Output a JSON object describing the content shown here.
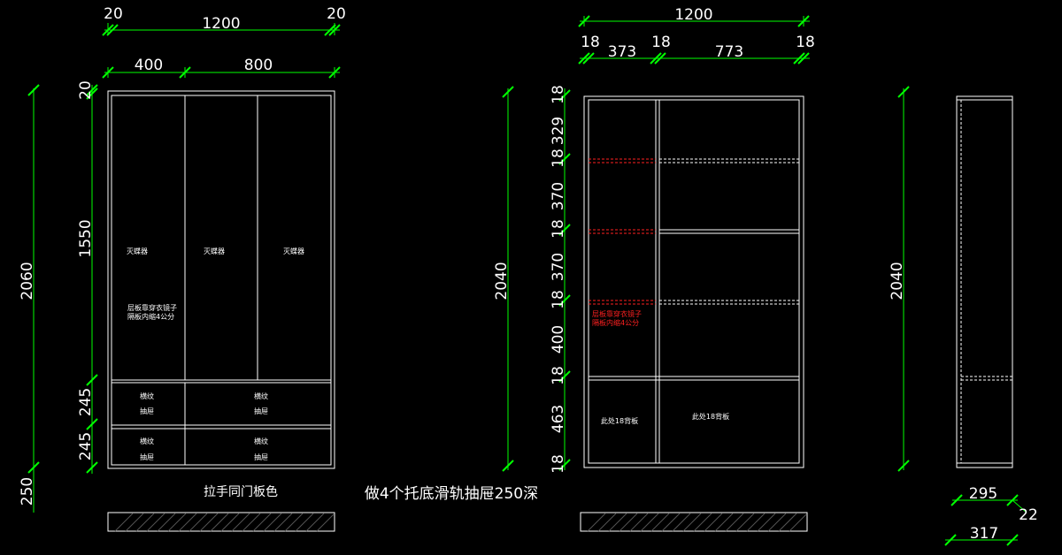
{
  "colors": {
    "background": "#000000",
    "dimension": "#00ff00",
    "outline": "#ffffff",
    "highlight": "#ff2020"
  },
  "front": {
    "top_dims": {
      "side_left": "20",
      "total": "1200",
      "side_right": "20",
      "left": "400",
      "right": "800"
    },
    "left_dims": {
      "top": "20",
      "upper": "1550",
      "overall": "2060",
      "drawer1": "245",
      "drawer2": "245",
      "base": "250"
    },
    "door_labels": [
      "灭蝶器",
      "灭蝶器",
      "灭蝶器"
    ],
    "hanging_note": [
      "层板靠穿衣镜子",
      "隔板内缩4公分"
    ],
    "drawer_labels": [
      "横纹",
      "抽屉"
    ]
  },
  "side_view": {
    "top_dims": {
      "total": "1200",
      "p1": "18",
      "w1": "373",
      "p2": "18",
      "w2": "773",
      "p3": "18"
    },
    "overall_height": "2040",
    "height_dims": [
      "18",
      "329",
      "18",
      "370",
      "18",
      "370",
      "18",
      "400",
      "18",
      "463",
      "18"
    ],
    "red_note": [
      "层板靠穿衣镜子",
      "隔板内缩4公分"
    ],
    "back_labels": [
      "此处18背板",
      "此处18背板"
    ]
  },
  "profile": {
    "overall_height": "2040",
    "depth_top": "295",
    "offset": "22",
    "depth_bottom": "317"
  },
  "notes": {
    "handle_note": "拉手同门板色",
    "drawer_note": "做4个托底滑轨抽屉250深"
  }
}
